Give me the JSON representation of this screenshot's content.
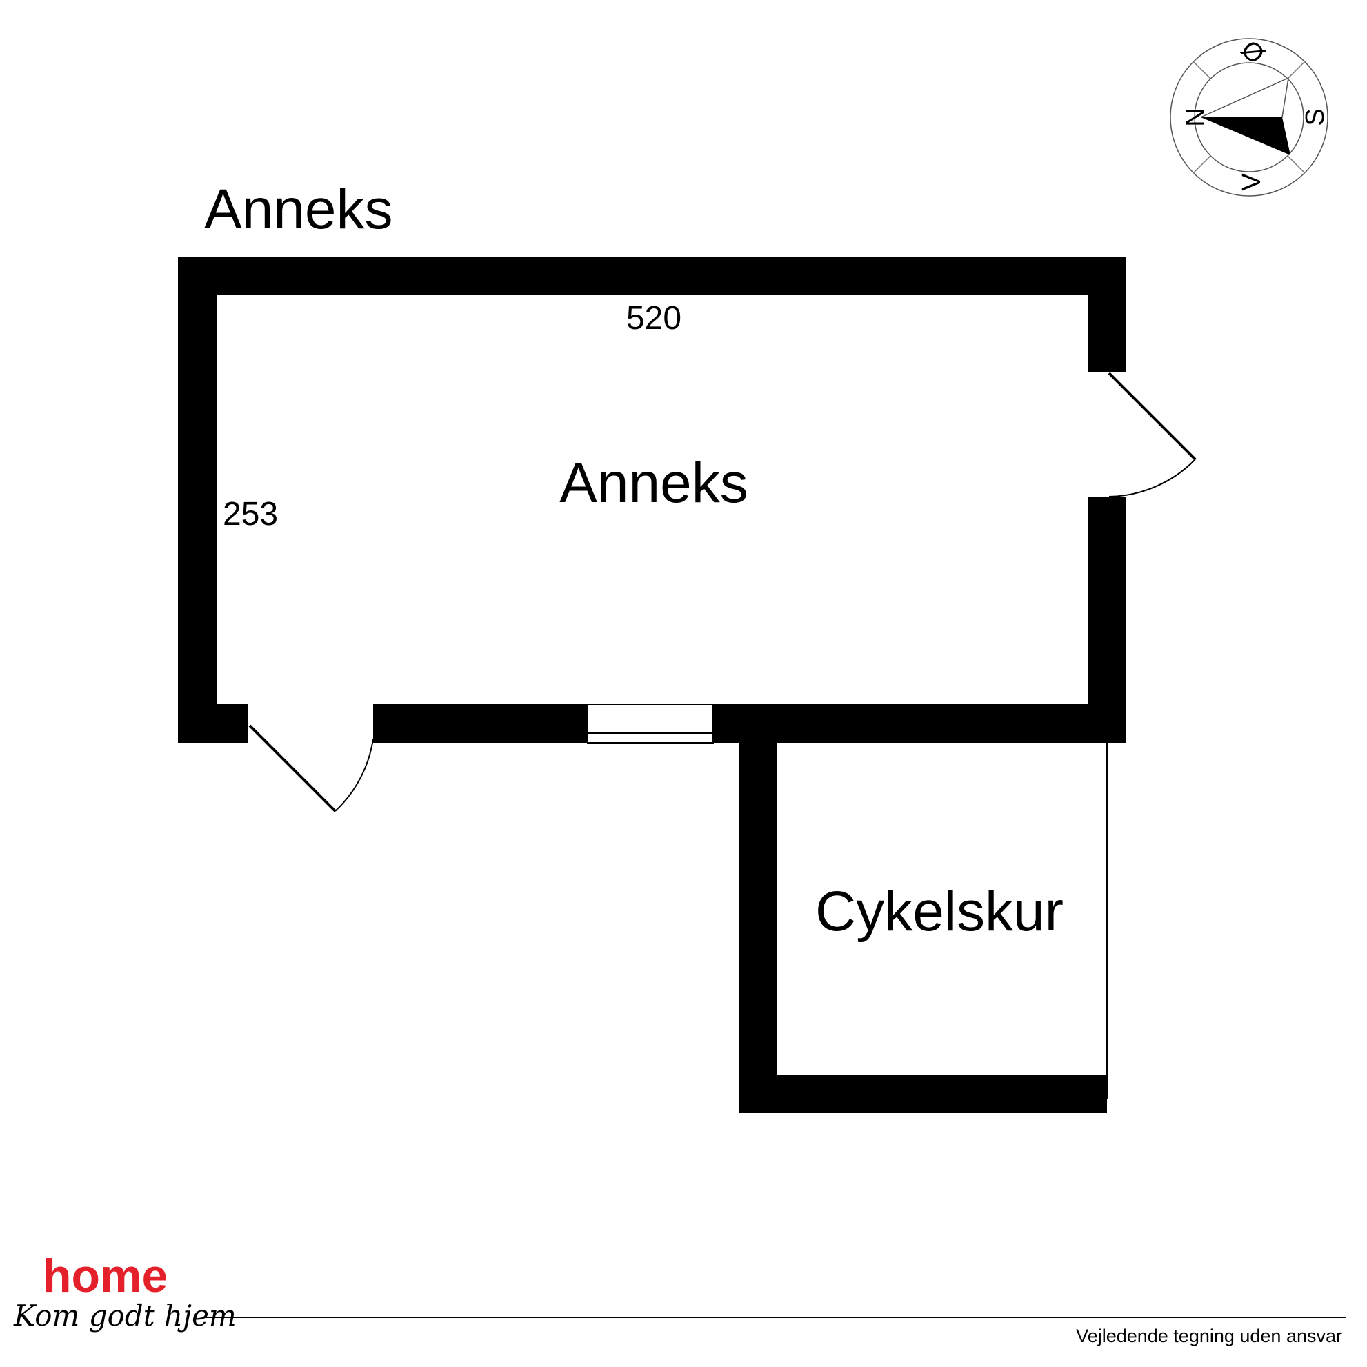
{
  "plan": {
    "heading": "Anneks",
    "room_main": "Anneks",
    "room_shed": "Cykelskur",
    "dim_width": "520",
    "dim_depth": "253"
  },
  "compass": {
    "north": "N",
    "east": "Ø",
    "south": "S",
    "west": "V"
  },
  "brand": {
    "name": "home",
    "tagline": "Kom godt hjem",
    "color": "#e4202a"
  },
  "footer": {
    "disclaimer": "Vejledende tegning uden ansvar"
  }
}
